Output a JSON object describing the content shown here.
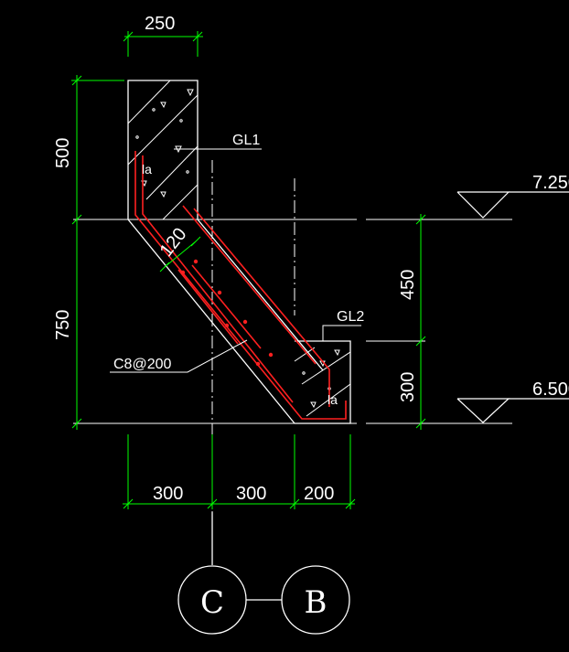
{
  "dimensions": {
    "top_width": "250",
    "left_upper": "500",
    "left_lower": "750",
    "bottom_1": "300",
    "bottom_2": "300",
    "bottom_3": "200",
    "right_upper": "450",
    "right_lower": "300",
    "slab_thickness": "120"
  },
  "labels": {
    "beam_1": "GL1",
    "beam_2": "GL2",
    "rebar": "C8@200",
    "anchor_1": "la",
    "anchor_2": "la"
  },
  "elevations": {
    "upper": "7.250",
    "lower": "6.500"
  },
  "grid_axes": {
    "left": "C",
    "right": "B"
  },
  "colors": {
    "background": "#000000",
    "dimension": "#00ff00",
    "outline": "#ffffff",
    "rebar": "#ff2020"
  }
}
